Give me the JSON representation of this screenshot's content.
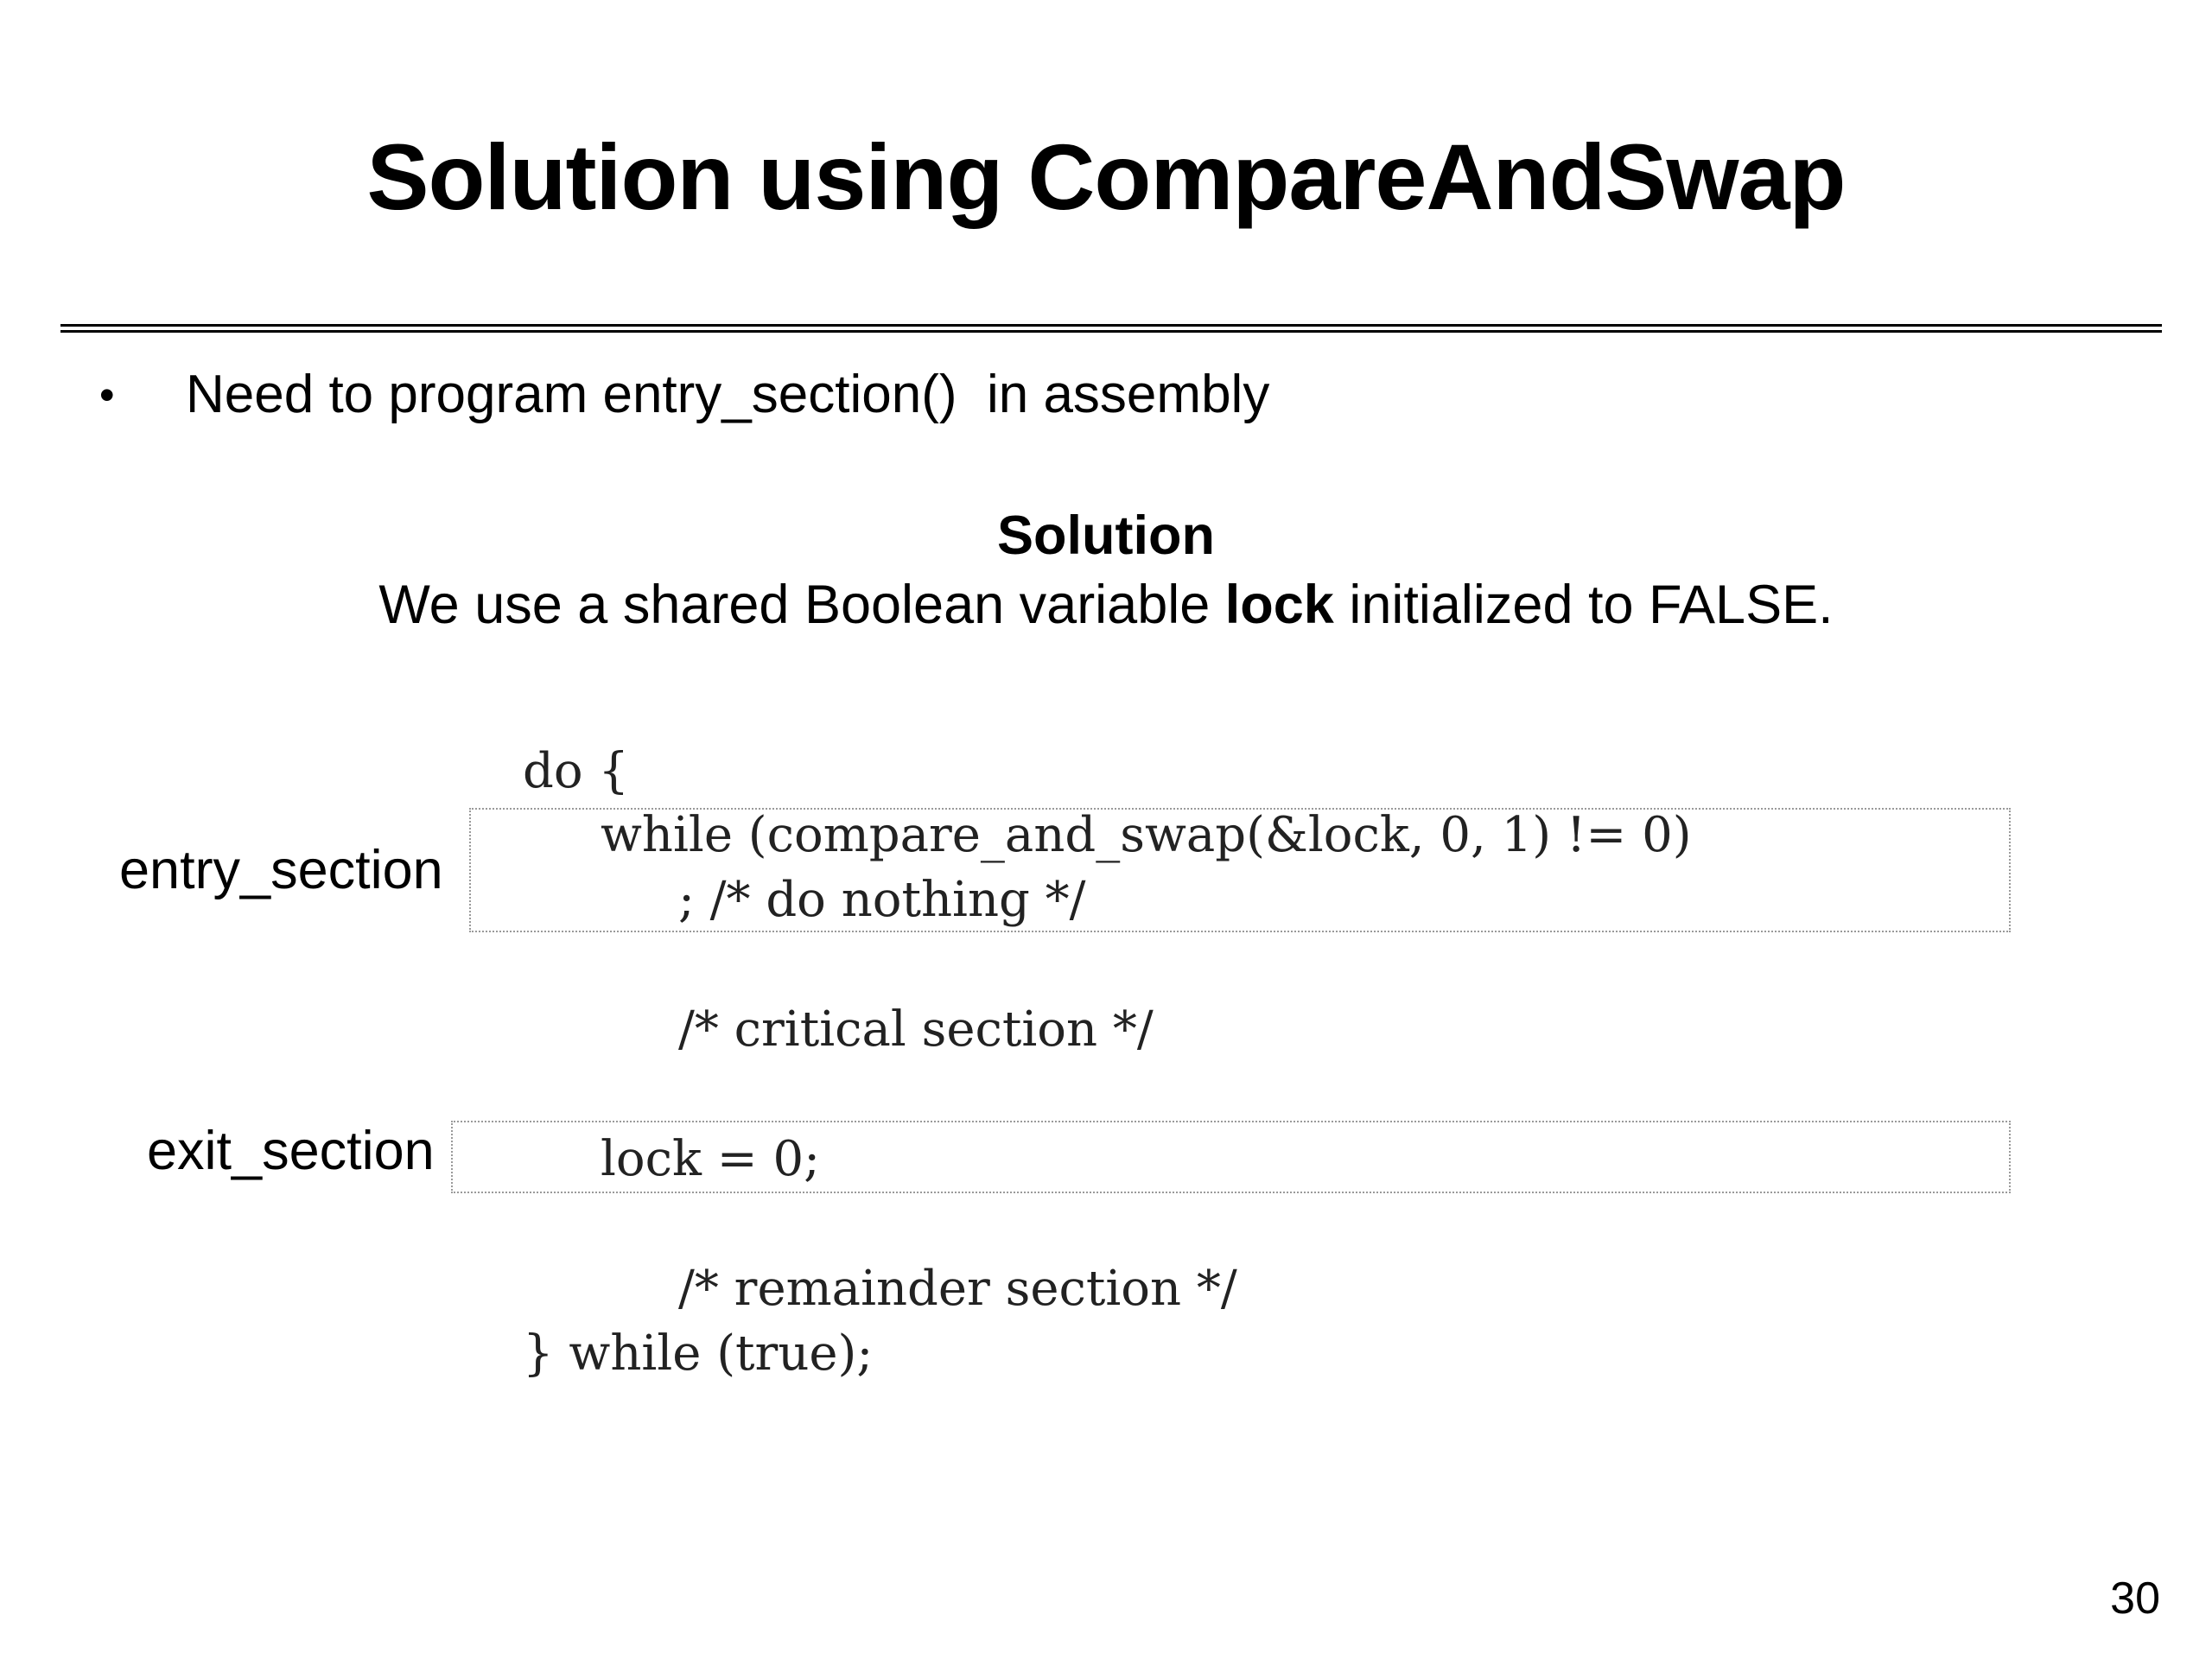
{
  "slide": {
    "title": "Solution using CompareAndSwap",
    "bullet_marker": "•",
    "bullet_text": "Need to program entry_section()  in assembly",
    "solution_heading": "Solution",
    "solution_desc_before": "We use a shared Boolean variable ",
    "solution_desc_bold": "lock",
    "solution_desc_after": " initialized to FALSE.",
    "page_number": "30"
  },
  "code": {
    "line1": "do {",
    "line2": "while (compare_and_swap(&lock, 0, 1) != 0)",
    "line3": "; /* do nothing */",
    "line4": "/* critical section */",
    "line5": "lock = 0;",
    "line6": "/* remainder section */",
    "line7": "} while (true);"
  },
  "labels": {
    "entry": "entry_section",
    "exit": "exit_section"
  }
}
